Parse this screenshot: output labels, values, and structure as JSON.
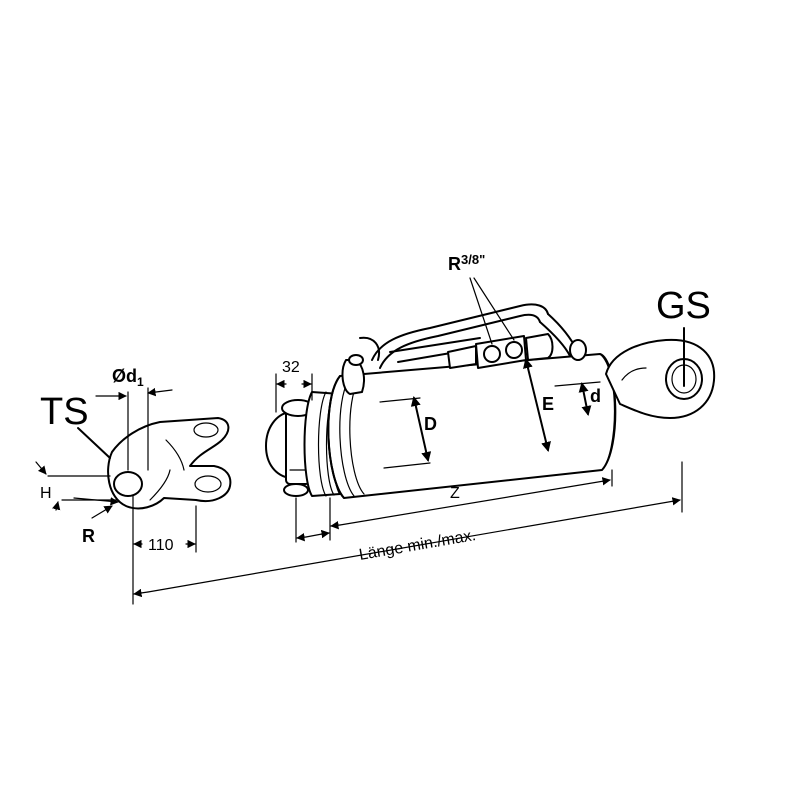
{
  "labels": {
    "ts": "TS",
    "gs": "GS",
    "d1_prefix": "Ød",
    "d1_sub": "1",
    "h": "H",
    "r": "R",
    "dim_110": "110",
    "dim_32": "32",
    "d_upper": "D",
    "e": "E",
    "d_lower": "d",
    "z": "Z",
    "length": "Länge min./max.",
    "thread_base": "R",
    "thread_sup": "3/8\""
  }
}
